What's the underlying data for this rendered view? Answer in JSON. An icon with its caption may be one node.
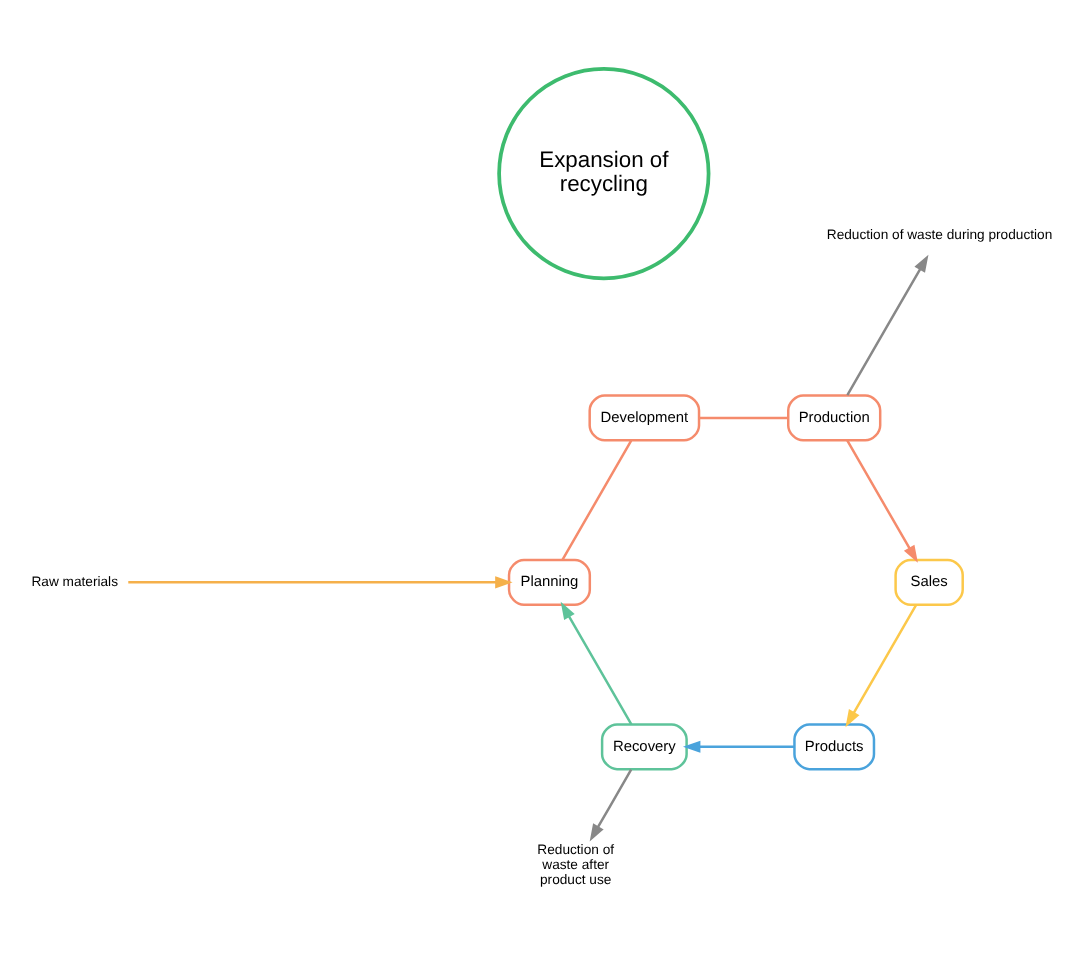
{
  "diagram": {
    "nodes": [
      {
        "text": [
          "Raw materials"
        ]
      },
      {
        "text": [
          "Reduction of waste after product use"
        ]
      },
      {
        "text": [
          "Recovery"
        ]
      },
      {
        "text": [
          "Planning"
        ]
      },
      {
        "text": [
          "Products"
        ]
      },
      {
        "text": [
          "Expansion of recycling"
        ]
      },
      {
        "text": [
          "Development"
        ]
      },
      {
        "text": [
          "Sales"
        ]
      },
      {
        "text": [
          "Production"
        ]
      },
      {
        "text": [
          "Reduction of waste during production"
        ]
      }
    ],
    "edges": [
      {
        "from": 0,
        "to": 3,
        "arrow": "to",
        "color": "#f5b04a"
      },
      {
        "from": 2,
        "to": 3,
        "arrow": "to",
        "color": "#5ec39a"
      },
      {
        "from": 3,
        "to": 6,
        "arrow": "none",
        "color": "#f58b6c"
      },
      {
        "from": 6,
        "to": 8,
        "arrow": "none",
        "color": "#f58b6c"
      },
      {
        "from": 8,
        "to": 7,
        "arrow": "to",
        "color": "#f58b6c"
      },
      {
        "from": 7,
        "to": 4,
        "arrow": "to",
        "color": "#fcc84a"
      },
      {
        "from": 4,
        "to": 2,
        "arrow": "to",
        "color": "#4aa3dc"
      },
      {
        "from": 2,
        "to": 1,
        "arrow": "to",
        "color": "#888888"
      },
      {
        "from": 8,
        "to": 9,
        "arrow": "to",
        "color": "#888888"
      }
    ]
  }
}
